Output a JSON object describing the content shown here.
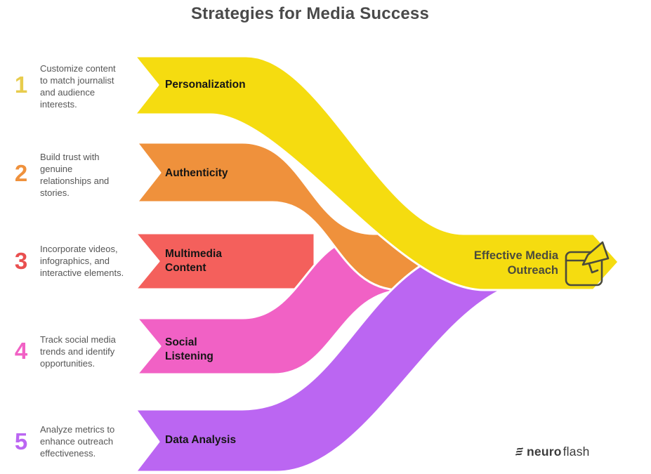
{
  "title": "Strategies for Media Success",
  "steps": [
    {
      "number": "1",
      "description": "Customize content to match journalist and audience interests.",
      "label": "Personalization",
      "band_color": "#F5DC10",
      "number_color": "#E8CC4D"
    },
    {
      "number": "2",
      "description": "Build trust with genuine relationships and stories.",
      "label": "Authenticity",
      "band_color": "#EF913C",
      "number_color": "#EF913C"
    },
    {
      "number": "3",
      "description": "Incorporate videos, infographics, and interactive elements.",
      "label": "Multimedia Content",
      "band_color": "#F4605C",
      "number_color": "#E94F4F"
    },
    {
      "number": "4",
      "description": "Track social media trends and identify opportunities.",
      "label": "Social Listening",
      "band_color": "#F161C5",
      "number_color": "#F161C5"
    },
    {
      "number": "5",
      "description": "Analyze metrics to enhance outreach effectiveness.",
      "label": "Data Analysis",
      "band_color": "#BB66F2",
      "number_color": "#BB66F2"
    }
  ],
  "outcome": {
    "label": "Effective Media Outreach",
    "band_color": "#F5DC10",
    "icon": "megaphone-card-icon",
    "text_color": "#4B4B3C"
  },
  "brand": {
    "name_bold": "neuro",
    "name_light": "flash",
    "icon": "flash-icon",
    "color": "#3B3B3B"
  },
  "text_colors": {
    "title": "#4A4A4A",
    "description": "#565656",
    "band_label": "#151515"
  }
}
